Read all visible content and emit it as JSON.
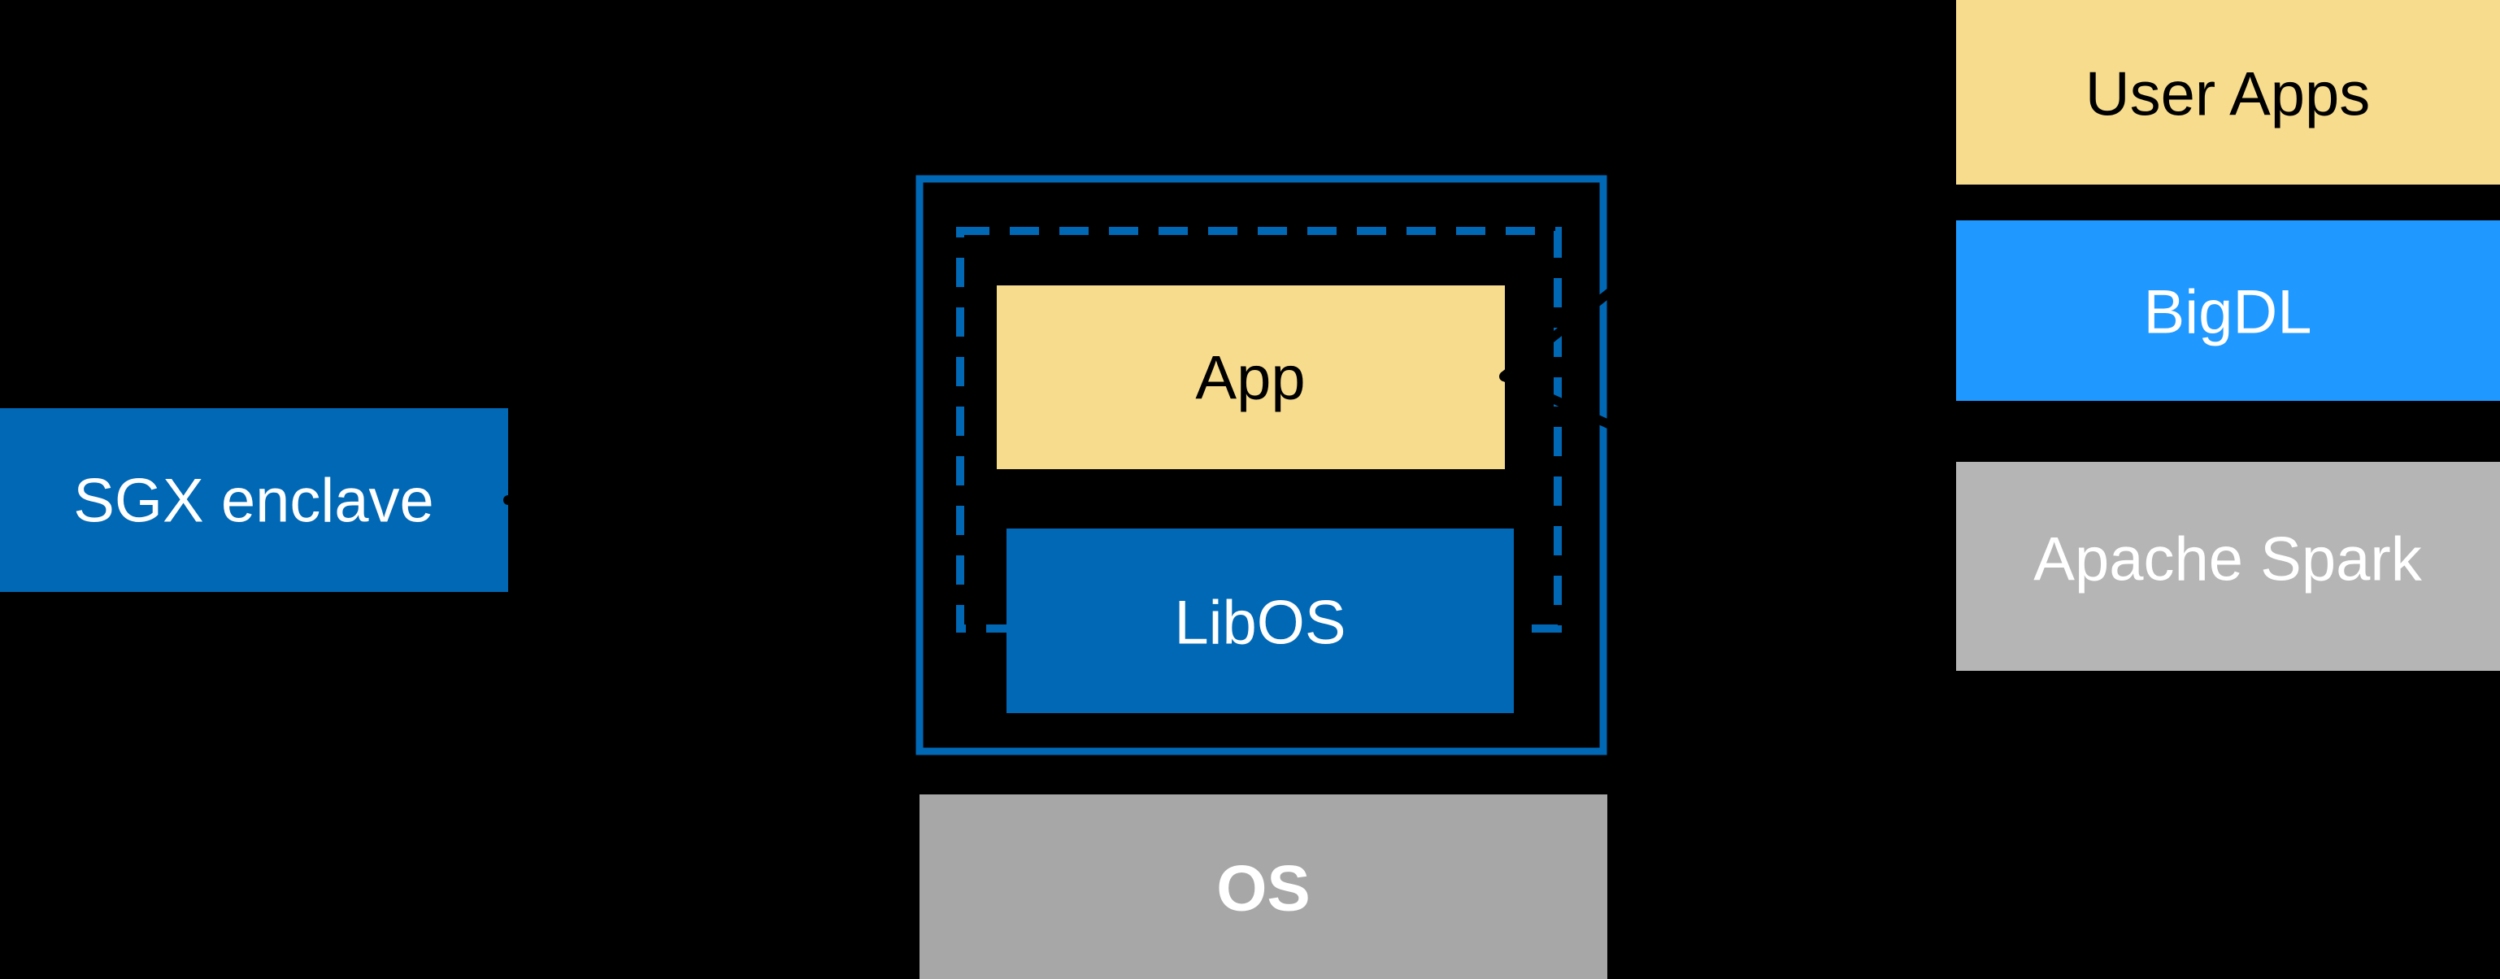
{
  "diagram": {
    "description": "SGX enclave architecture diagram",
    "background_color": "#000000",
    "sgx": {
      "label": "SGX enclave"
    },
    "enclave_node": {
      "app_label": "App",
      "libos_label": "LibOS",
      "os_label": "OS"
    },
    "stack": {
      "user_apps_label": "User Apps",
      "bigdl_label": "BigDL",
      "apache_spark_label": "Apache Spark"
    },
    "colors": {
      "intel_blue": "#0068b5",
      "bright_blue": "#1f99ff",
      "pale_yellow": "#f7dc8e",
      "gray_os": "#a7a7a7",
      "gray_spark": "#b5b5b5",
      "text_white": "#ffffff",
      "text_black": "#000000",
      "callout_black": "#000000"
    }
  }
}
